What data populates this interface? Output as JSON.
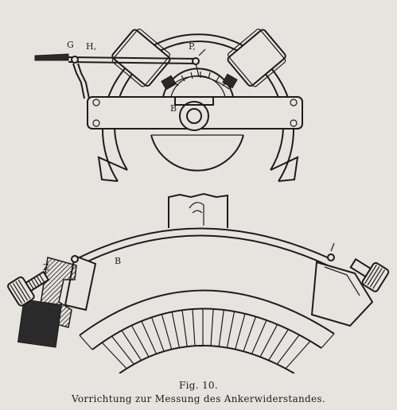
{
  "figure": {
    "labels": {
      "g": "G",
      "h": "H,",
      "p": "P,",
      "b_upper": "B",
      "b_lower": "B",
      "z": "Z"
    }
  },
  "caption": {
    "number": "Fig. 10.",
    "title": "Vorrichtung zur Messung des Ankerwiderstandes."
  }
}
